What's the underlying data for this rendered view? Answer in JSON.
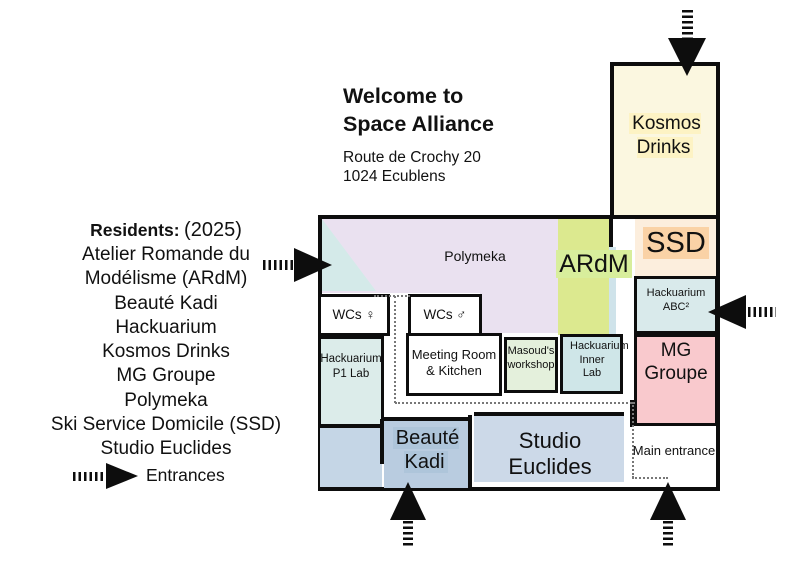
{
  "header": {
    "title_line1": "Welcome to",
    "title_line2": "Space Alliance",
    "address_line1": "Route de Crochy 20",
    "address_line2": "1024 Ecublens"
  },
  "residents_panel": {
    "heading": "Residents:",
    "year": "(2025)",
    "items": [
      "Atelier Romande du Modélisme (ARdM)",
      "Beauté Kadi",
      "Hackuarium",
      "Kosmos Drinks",
      "MG Groupe",
      "Polymeka",
      "Ski Service Domicile (SSD)",
      "Studio Euclides"
    ],
    "legend_label": "Entrances"
  },
  "floorplan": {
    "rooms": {
      "kosmos_drinks": {
        "label": "Kosmos Drinks",
        "color": "#fbf7e0",
        "highlight": "#fdf3c4"
      },
      "ssd": {
        "label": "SSD",
        "color": "#fceedd",
        "highlight": "#fad2a6"
      },
      "ardm": {
        "label": "ARdM",
        "color": "#dce98f",
        "highlight": "#d8ee9c"
      },
      "polymeka": {
        "label": "Polymeka",
        "color": "#eae1f0"
      },
      "hackuarium_abc2": {
        "label": "Hackuarium ABC²",
        "color": "#d9eaeb"
      },
      "mg_groupe": {
        "label": "MG Groupe",
        "color": "#f9c9cd"
      },
      "main_entrance": {
        "label": "Main entrance",
        "color": "#ffffff"
      },
      "wcs_women": {
        "label": "WCs ♀",
        "color": "#ffffff"
      },
      "wcs_men": {
        "label": "WCs ♂",
        "color": "#ffffff"
      },
      "hackuarium_p1_lab": {
        "label": "Hackuarium P1 Lab",
        "color": "#dcecea"
      },
      "meeting_room": {
        "label": "Meeting Room & Kitchen",
        "color": "#ffffff"
      },
      "masoud_workshop": {
        "label": "Masoud's workshop",
        "color": "#e4f0dc"
      },
      "hackuarium_inner_lab": {
        "label": "Hackuarium Inner Lab",
        "color": "#cfe6e8"
      },
      "beaute_kadi": {
        "label": "Beauté Kadi",
        "color": "#b9cce0",
        "highlight": "#aec5da",
        "annex_color": "#c5d6e6"
      },
      "studio_euclides": {
        "label": "Studio Euclides",
        "color": "#ccd9e8"
      }
    },
    "entrance_arrows": [
      "top-kosmos-drinks",
      "left-polymeka",
      "right-hackuarium-abc2",
      "bottom-beaute-kadi",
      "bottom-main-entrance"
    ]
  },
  "colors": {
    "wall": "#0d0d0d",
    "arrow": "#0d0d0d",
    "dotted_line": "#777777",
    "teal_triangle": "#d4eae9",
    "ardm_side_sliver": "#cfe3ea",
    "text": "#111111"
  }
}
